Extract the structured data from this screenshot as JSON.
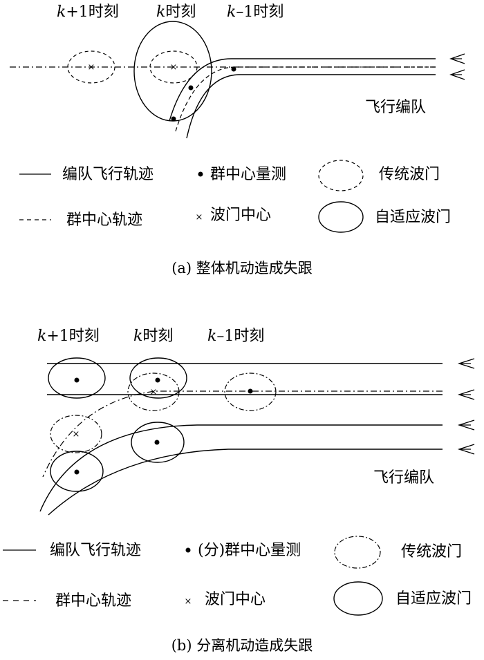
{
  "panel_a": {
    "time_labels": {
      "k_plus_1": {
        "var": "k",
        "suffix": "+1时刻"
      },
      "k": {
        "var": "k",
        "suffix": "时刻"
      },
      "k_minus_1": {
        "var": "k",
        "suffix": "–1时刻"
      }
    },
    "formation_label": "飞行编队",
    "legend": {
      "formation_track": "编队飞行轨迹",
      "group_center_measurement": "群中心量测",
      "traditional_gate": "传统波门",
      "group_center_track": "群中心轨迹",
      "gate_center": "波门中心",
      "adaptive_gate": "自适应波门"
    },
    "caption": "(a) 整体机动造成失跟"
  },
  "panel_b": {
    "time_labels": {
      "k_plus_1": {
        "var": "k",
        "suffix": "+1时刻"
      },
      "k": {
        "var": "k",
        "suffix": "时刻"
      },
      "k_minus_1": {
        "var": "k",
        "suffix": "–1时刻"
      }
    },
    "formation_label": "飞行编队",
    "legend": {
      "formation_track": "编队飞行轨迹",
      "group_center_measurement": "(分)群中心量测",
      "traditional_gate": "传统波门",
      "group_center_track": "群中心轨迹",
      "gate_center": "波门中心",
      "adaptive_gate": "自适应波门"
    },
    "caption": "(b) 分离机动造成失跟"
  }
}
